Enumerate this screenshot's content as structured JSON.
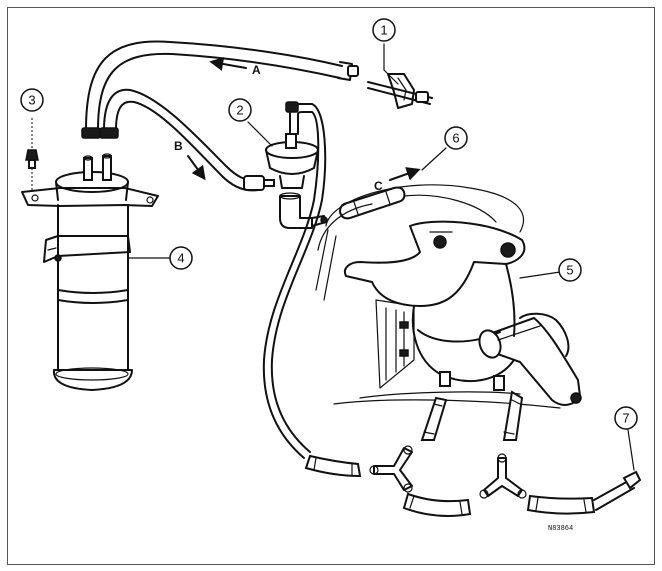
{
  "diagram": {
    "callouts": [
      "1",
      "2",
      "3",
      "4",
      "5",
      "6",
      "7"
    ],
    "flow_arrows": [
      "A",
      "B",
      "C"
    ],
    "reference_code": "N83864"
  }
}
